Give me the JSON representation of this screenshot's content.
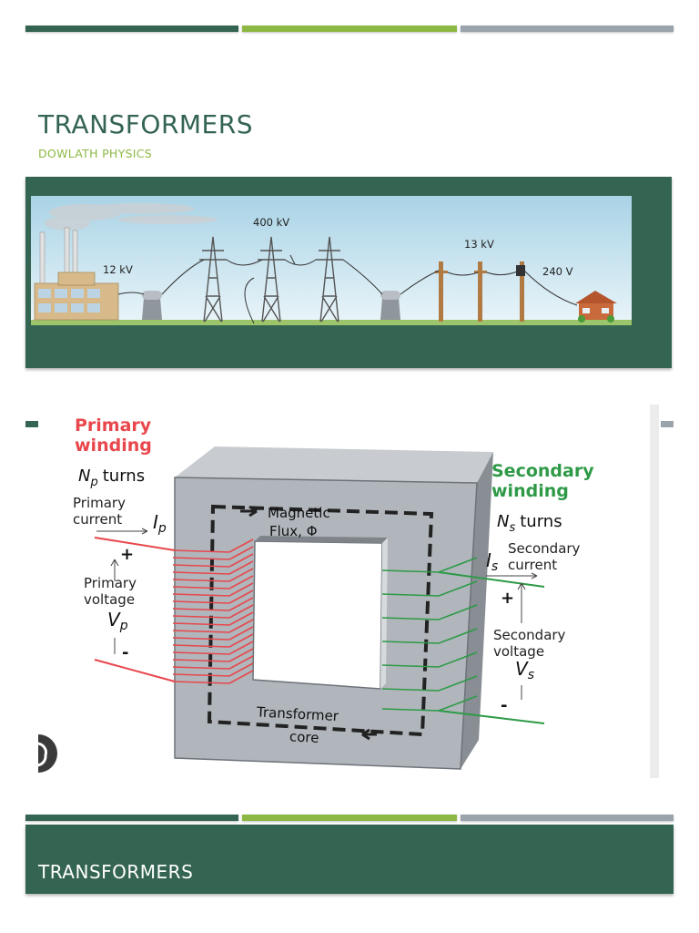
{
  "slide1": {
    "title": "TRANSFORMERS",
    "subtitle": "DOWLATH PHYSICS",
    "grid_labels": {
      "v12": "12 kV",
      "v400": "400 kV",
      "v13": "13 kV",
      "v240": "240 V"
    }
  },
  "slide2": {
    "primary_title_1": "Primary",
    "primary_title_2": "winding",
    "np_turns": "turns",
    "np_symbol": "N",
    "np_sub": "p",
    "primary_current_1": "Primary",
    "primary_current_2": "current",
    "ip_symbol": "I",
    "ip_sub": "p",
    "plus": "+",
    "minus": "-",
    "primary_voltage_1": "Primary",
    "primary_voltage_2": "voltage",
    "vp_symbol": "V",
    "vp_sub": "p",
    "flux_1": "Magnetic",
    "flux_2": "Flux, Φ",
    "core_1": "Transformer",
    "core_2": "core",
    "secondary_title_1": "Secondary",
    "secondary_title_2": "winding",
    "ns_turns": "turns",
    "ns_symbol": "N",
    "ns_sub": "s",
    "is_symbol": "I",
    "is_sub": "s",
    "secondary_current_1": "Secondary",
    "secondary_current_2": "current",
    "secondary_voltage_1": "Secondary",
    "secondary_voltage_2": "voltage",
    "vs_symbol": "V",
    "vs_sub": "s"
  },
  "slide3": {
    "title": "TRANSFORMERS"
  },
  "colors": {
    "dark_green": "#346452",
    "light_green": "#8db843",
    "gray": "#9aa3ab",
    "primary_red": "#e8474c",
    "secondary_green": "#2e9a47"
  }
}
